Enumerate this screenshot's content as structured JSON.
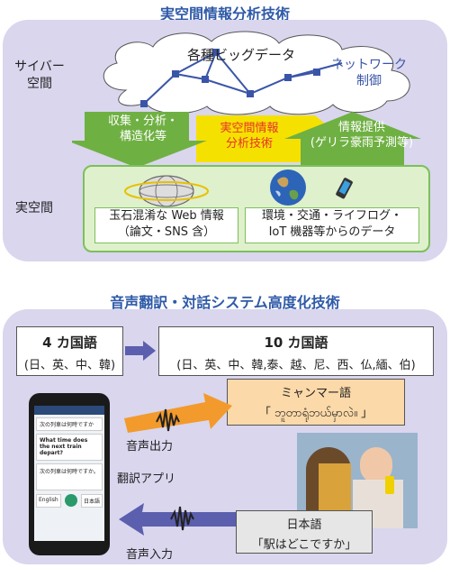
{
  "top": {
    "title": "実空間情報分析技術",
    "cyber_label": "サイバー\n空間",
    "real_label": "実空間",
    "cloud_text": "各種ビッグデータ",
    "network_text": "ネットワーク\n制御",
    "collect_arrow": "収集・分析・\n構造化等",
    "core_text": "実空間情報\n分析技術",
    "provide_arrow": "情報提供\n(ゲリラ豪雨予測等)",
    "web_box": "玉石混淆な Web 情報\n（論文・SNS 含）",
    "iot_box": "環境・交通・ライフログ・\nIoT 機器等からのデータ"
  },
  "bottom": {
    "title": "音声翻訳・対話システム高度化技術",
    "lang4_title": "4 カ国語",
    "lang4_list": "(日、英、中、韓)",
    "lang10_title": "10 カ国語",
    "lang10_list": "(日、英、中、韓,泰、越、尼、西、仏,緬、伯)",
    "myanmar_title": "ミャンマー語",
    "myanmar_text": "「 ဘူတာရုံဘယ်မှာလဲ။ 」",
    "output_label": "音声出力",
    "app_label": "翻訳アプリ",
    "input_label": "音声入力",
    "jp_title": "日本語",
    "jp_text": "「駅はどこですか」",
    "phone": {
      "row1": "次の列車は何時ですか",
      "row2": "What time does the next train depart?",
      "row3": "次の列車は何時ですか。",
      "lang_left": "English",
      "lang_right": "日本語"
    }
  },
  "colors": {
    "title_blue": "#2f5aa8",
    "panel": "#d9d6ee",
    "network_blue": "#3a55a8",
    "green_arrow": "#6fb043",
    "yellow": "#f5e100",
    "core_red": "#e8322b",
    "orange_arrow": "#f39a2c",
    "purple_arrow": "#5b5fae",
    "myanmar_bg": "#fbd9a8",
    "jp_bg": "#e6e6e6"
  },
  "icons": [
    "globe-wire-icon",
    "earth-icon",
    "smartphone-icon",
    "waveform-icon",
    "chat-photo"
  ]
}
